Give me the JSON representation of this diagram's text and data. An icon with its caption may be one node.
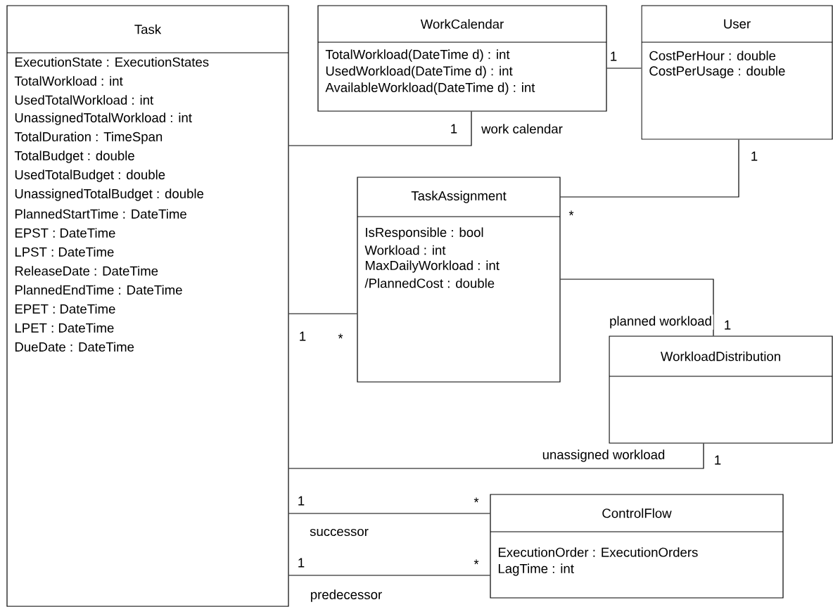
{
  "diagram": {
    "nodes": [
      {
        "text": [
          "Task",
          "ExecutionState : ExecutionStates",
          "TotalWorkload : int",
          "UsedTotalWorkload : int",
          "UnassignedTotalWorkload : int",
          "TotalDuration : TimeSpan",
          "TotalBudget : double",
          "UsedTotalBudget : double",
          "UnassignedTotalBudget : double",
          "PlannedStartTime : DateTime",
          "EPST : DateTime",
          "LPST : DateTime",
          "ReleaseDate : DateTime",
          "PlannedEndTime : DateTime",
          "EPET : DateTime",
          "LPET : DateTime",
          "DueDate : DateTime"
        ]
      },
      {
        "text": [
          "WorkCalendar",
          "TotalWorkload(DateTime d) : int",
          "UsedWorkload(DateTime d) : int",
          "AvailableWorkload(DateTime d) : int"
        ]
      },
      {
        "text": [
          "User",
          "CostPerHour : double",
          "CostPerUsage : double"
        ]
      },
      {
        "text": [
          "TaskAssignment",
          "IsResponsible : bool",
          "Workload : int",
          "MaxDailyWorkload : int",
          "/PlannedCost : double"
        ]
      },
      {
        "text": [
          "WorkloadDistribution"
        ]
      },
      {
        "text": [
          "ControlFlow",
          "ExecutionOrder : ExecutionOrders",
          "LagTime : int"
        ]
      }
    ],
    "edges": [
      {
        "from": 0,
        "to": 1,
        "arrow": "none",
        "label": "work calendar"
      },
      {
        "from": 1,
        "to": 2,
        "arrow": "none"
      },
      {
        "from": 2,
        "to": 3,
        "arrow": "none"
      },
      {
        "from": 0,
        "to": 3,
        "arrow": "none"
      },
      {
        "from": 3,
        "to": 4,
        "arrow": "none",
        "label": "planned workload"
      },
      {
        "from": 0,
        "to": 4,
        "arrow": "none",
        "label": "unassigned workload"
      },
      {
        "from": 0,
        "to": 5,
        "arrow": "none",
        "label": "successor"
      },
      {
        "from": 0,
        "to": 5,
        "arrow": "none",
        "label": "predecessor"
      }
    ],
    "labels": [
      "1",
      "1",
      "1",
      "*",
      "1",
      "1",
      "*",
      "1",
      "1",
      "*",
      "1",
      "*"
    ]
  }
}
